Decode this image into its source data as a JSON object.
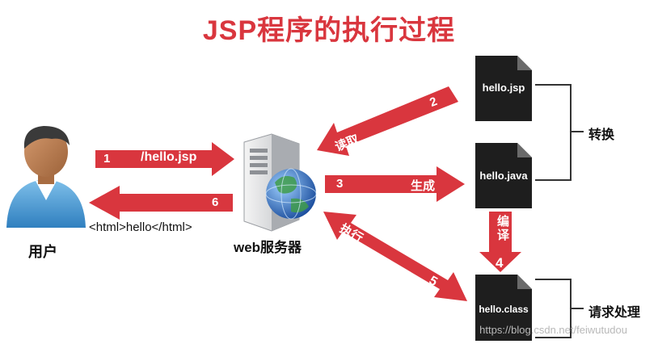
{
  "title": "JSP程序的执行过程",
  "user_label": "用户",
  "server_label": "web服务器",
  "files": {
    "jsp": "hello.jsp",
    "java": "hello.java",
    "class": "hello.class"
  },
  "arrows": {
    "a1_num": "1",
    "a1_text": "/hello.jsp",
    "a2_num": "2",
    "a2_text": "读取",
    "a3_num": "3",
    "a3_text": "生成",
    "a4_text": "编译",
    "a4_num": "4",
    "a5_num": "5",
    "a5_text": "执行",
    "a6_num": "6",
    "a6_text": "<html>hello</html>"
  },
  "brackets": {
    "convert": "转换",
    "request": "请求处理"
  },
  "watermark": "https://blog.csdn.net/feiwutudou",
  "colors": {
    "arrow": "#d9363e",
    "title": "#d9363e",
    "doc": "#1e1e1e"
  }
}
